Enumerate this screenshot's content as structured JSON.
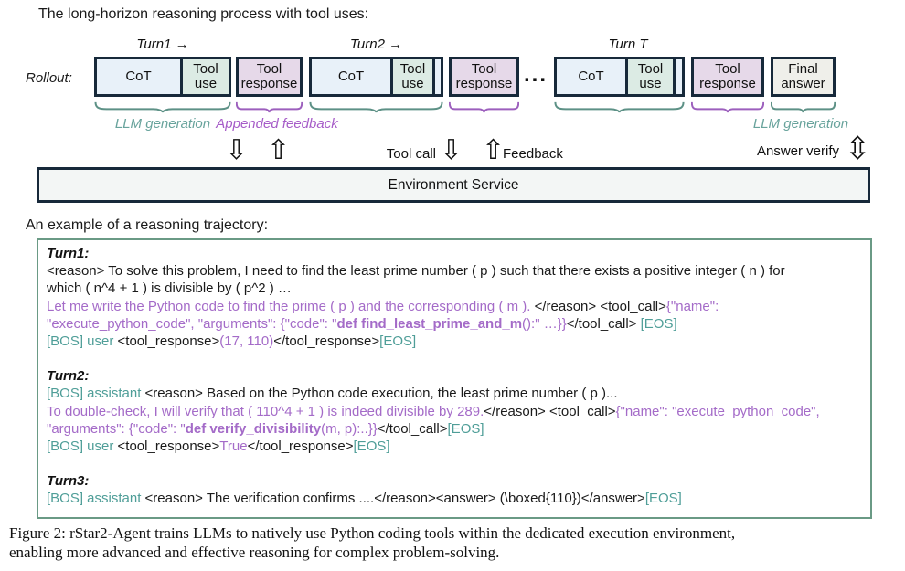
{
  "page": {
    "title": "The long-horizon reasoning process with tool uses:",
    "example_heading": "An example of a reasoning trajectory:",
    "caption_line1": "Figure 2: rStar2-Agent trains LLMs to natively use Python coding tools within the dedicated execution environment,",
    "caption_line2": "enabling more advanced and effective reasoning for complex problem-solving."
  },
  "diagram": {
    "rollout_label": "Rollout:",
    "turn_labels": {
      "t1": "Turn1 →",
      "t2": "Turn2 →",
      "tT": "Turn T"
    },
    "labels": {
      "cot": "CoT",
      "tool_use": "Tool use",
      "tool_response": "Tool response",
      "final_answer": "Final answer"
    },
    "ellipsis": "...",
    "annotations": {
      "llm_generation_left": "LLM generation",
      "appended_feedback": "Appended feedback",
      "llm_generation_right": "LLM generation"
    },
    "arrow_labels": {
      "tool_call": "Tool call",
      "feedback": "Feedback",
      "answer_verify": "Answer verify"
    },
    "icons": {
      "down_arrow": "⇩",
      "up_arrow": "⇧",
      "updown_arrow": "⇳"
    },
    "env_service_label": "Environment Service",
    "colors": {
      "cot_fill": "#e8f1f9",
      "tool_use_fill": "#dcebe4",
      "tool_response_fill": "#e6d9e9",
      "final_answer_fill": "#efefea",
      "box_border": "#17293a",
      "brace_teal": "#5d9186",
      "brace_purple": "#9c5fbd",
      "label_teal": "#68a39c",
      "label_purple": "#a65cc8",
      "env_fill": "#f3f6f5",
      "trajectory_border": "#6a9a85",
      "text_purple": "#a46bc8",
      "text_green": "#4f9e98"
    }
  },
  "trajectory": {
    "turns": [
      {
        "heading": "Turn1:",
        "gap_after": true,
        "lines": [
          [
            [
              "k",
              "<reason> To solve this problem, I need to find the least prime number ( p ) such that there exists a positive integer ( n ) for"
            ]
          ],
          [
            [
              "k",
              "which ( n^4 + 1 ) is divisible by ( p^2 ) …"
            ]
          ],
          [
            [
              "p",
              "Let me write the Python code to find the prime ( p ) and the corresponding ( m ). "
            ],
            [
              "k",
              "</reason> <tool_call>"
            ],
            [
              "p",
              "{\"name\":"
            ]
          ],
          [
            [
              "p",
              "\"execute_python_code\", \"arguments\": {\"code\": \""
            ],
            [
              "pb",
              "def find_least_prime_and_m"
            ],
            [
              "p",
              "():\" …}}"
            ],
            [
              "k",
              "</tool_call> "
            ],
            [
              "g",
              "[EOS]"
            ]
          ],
          [
            [
              "g",
              "[BOS] user "
            ],
            [
              "k",
              "<tool_response>"
            ],
            [
              "p",
              "(17, 110)"
            ],
            [
              "k",
              "</tool_response>"
            ],
            [
              "g",
              "[EOS]"
            ]
          ]
        ]
      },
      {
        "heading": "Turn2:",
        "gap_after": true,
        "lines": [
          [
            [
              "g",
              "[BOS] assistant "
            ],
            [
              "k",
              "<reason> Based on the Python code execution, the least prime number ( p )..."
            ]
          ],
          [
            [
              "p",
              "To double-check, I will verify that ( 110^4 + 1 ) is indeed divisible by 289."
            ],
            [
              "k",
              "</reason> <tool_call>"
            ],
            [
              "p",
              "{\"name\": \"execute_python_code\","
            ]
          ],
          [
            [
              "p",
              "\"arguments\": {\"code\": \""
            ],
            [
              "pb",
              "def verify_divisibility"
            ],
            [
              "p",
              "(m, p):..}}"
            ],
            [
              "k",
              "</tool_call>"
            ],
            [
              "g",
              "[EOS]"
            ]
          ],
          [
            [
              "g",
              "[BOS] user "
            ],
            [
              "k",
              "<tool_response>"
            ],
            [
              "p",
              "True"
            ],
            [
              "k",
              "</tool_response>"
            ],
            [
              "g",
              "[EOS]"
            ]
          ]
        ]
      },
      {
        "heading": "Turn3:",
        "gap_after": false,
        "lines": [
          [
            [
              "g",
              "[BOS] assistant "
            ],
            [
              "k",
              "<reason> The verification confirms ....</reason><answer> (\\boxed{110})</answer>"
            ],
            [
              "g",
              "[EOS]"
            ]
          ]
        ]
      }
    ]
  }
}
